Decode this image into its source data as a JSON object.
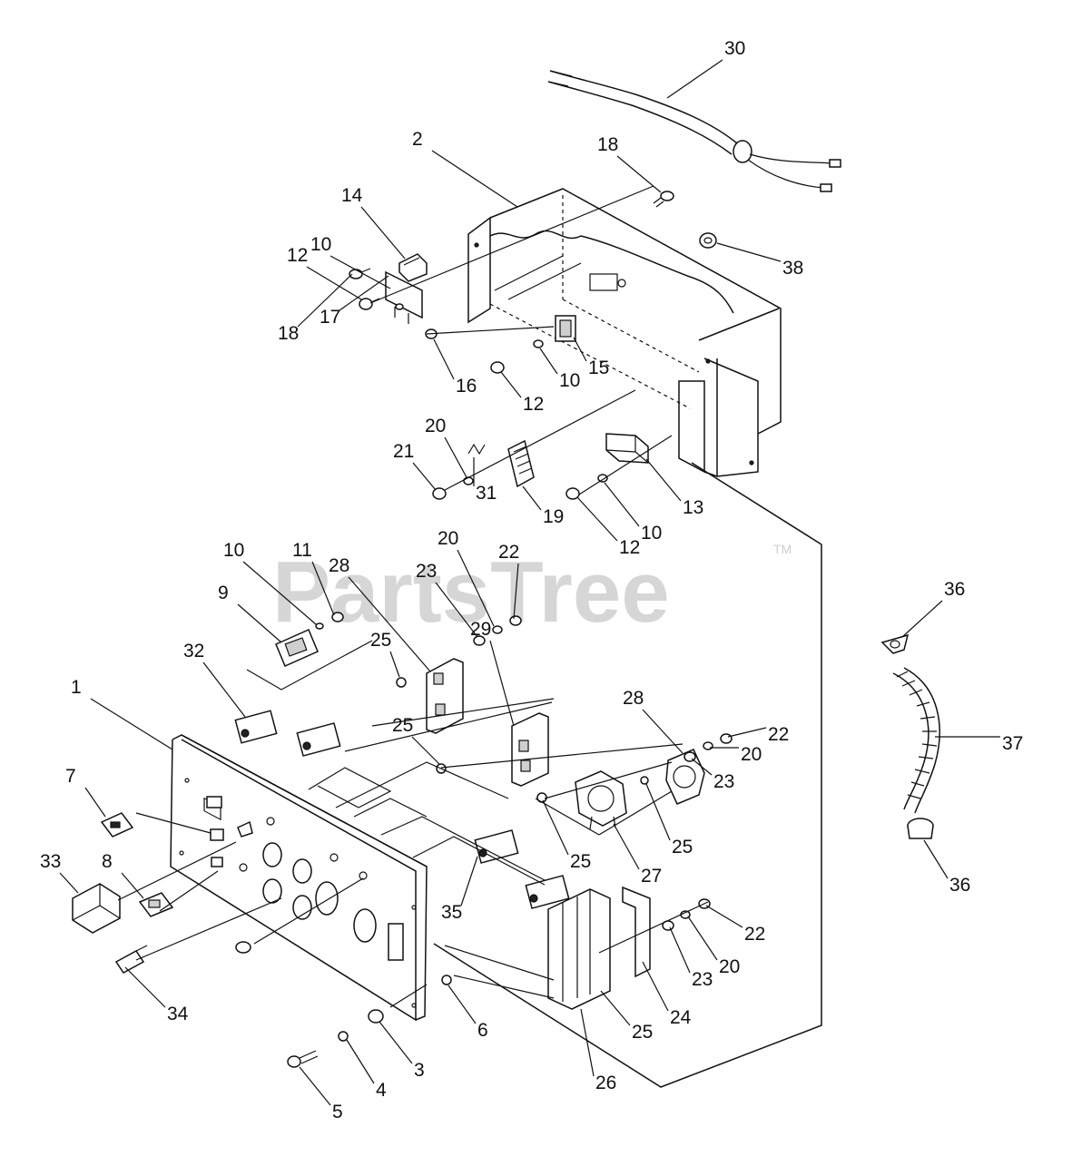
{
  "watermark": {
    "text": "PartsTree",
    "trademark": "TM"
  },
  "callouts": [
    {
      "label": "30"
    },
    {
      "label": "2"
    },
    {
      "label": "18"
    },
    {
      "label": "14"
    },
    {
      "label": "38"
    },
    {
      "label": "12"
    },
    {
      "label": "10"
    },
    {
      "label": "17"
    },
    {
      "label": "18"
    },
    {
      "label": "16"
    },
    {
      "label": "15"
    },
    {
      "label": "10"
    },
    {
      "label": "12"
    },
    {
      "label": "20"
    },
    {
      "label": "21"
    },
    {
      "label": "31"
    },
    {
      "label": "19"
    },
    {
      "label": "13"
    },
    {
      "label": "10"
    },
    {
      "label": "12"
    },
    {
      "label": "10"
    },
    {
      "label": "11"
    },
    {
      "label": "20"
    },
    {
      "label": "22"
    },
    {
      "label": "28"
    },
    {
      "label": "23"
    },
    {
      "label": "9"
    },
    {
      "label": "25"
    },
    {
      "label": "32"
    },
    {
      "label": "29"
    },
    {
      "label": "1"
    },
    {
      "label": "25"
    },
    {
      "label": "28"
    },
    {
      "label": "22"
    },
    {
      "label": "20"
    },
    {
      "label": "23"
    },
    {
      "label": "7"
    },
    {
      "label": "25"
    },
    {
      "label": "25"
    },
    {
      "label": "27"
    },
    {
      "label": "33"
    },
    {
      "label": "8"
    },
    {
      "label": "35"
    },
    {
      "label": "22"
    },
    {
      "label": "20"
    },
    {
      "label": "23"
    },
    {
      "label": "34"
    },
    {
      "label": "24"
    },
    {
      "label": "25"
    },
    {
      "label": "6"
    },
    {
      "label": "3"
    },
    {
      "label": "4"
    },
    {
      "label": "26"
    },
    {
      "label": "5"
    },
    {
      "label": "36"
    },
    {
      "label": "37"
    },
    {
      "label": "36"
    }
  ]
}
